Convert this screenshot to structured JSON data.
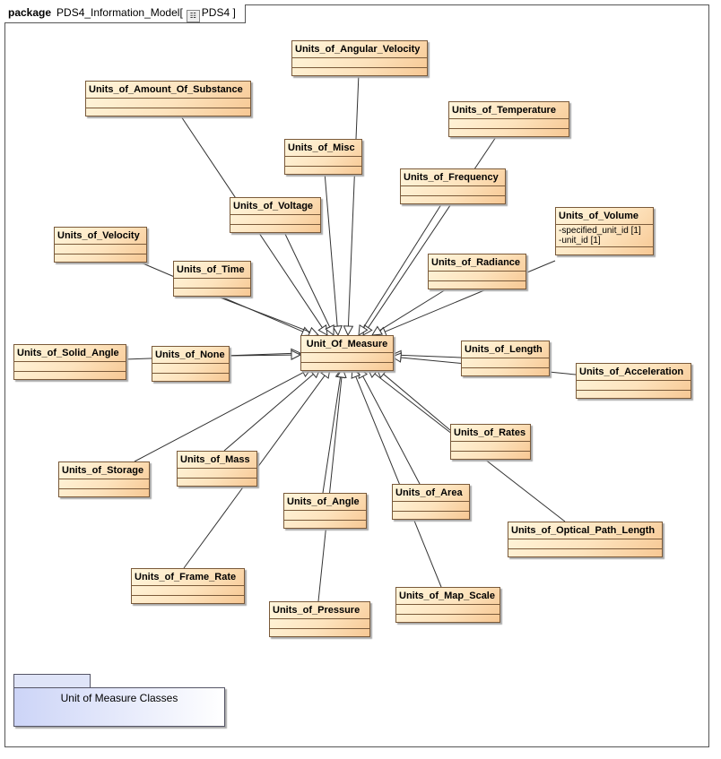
{
  "header": {
    "keyword": "package",
    "name": "PDS4_Information_Model",
    "bracket_open": "[",
    "ref": "PDS4",
    "bracket_close": "]"
  },
  "center_class": {
    "name": "Unit_Of_Measure"
  },
  "classes": [
    {
      "name": "Units_of_Angular_Velocity"
    },
    {
      "name": "Units_of_Amount_Of_Substance"
    },
    {
      "name": "Units_of_Temperature"
    },
    {
      "name": "Units_of_Misc"
    },
    {
      "name": "Units_of_Frequency"
    },
    {
      "name": "Units_of_Voltage"
    },
    {
      "name": "Units_of_Volume",
      "attributes": [
        "-specified_unit_id [1]",
        "-unit_id [1]"
      ]
    },
    {
      "name": "Units_of_Velocity"
    },
    {
      "name": "Units_of_Time"
    },
    {
      "name": "Units_of_Radiance"
    },
    {
      "name": "Units_of_Solid_Angle"
    },
    {
      "name": "Units_of_None"
    },
    {
      "name": "Units_of_Length"
    },
    {
      "name": "Units_of_Acceleration"
    },
    {
      "name": "Units_of_Rates"
    },
    {
      "name": "Units_of_Storage"
    },
    {
      "name": "Units_of_Mass"
    },
    {
      "name": "Units_of_Angle"
    },
    {
      "name": "Units_of_Area"
    },
    {
      "name": "Units_of_Optical_Path_Length"
    },
    {
      "name": "Units_of_Frame_Rate"
    },
    {
      "name": "Units_of_Pressure"
    },
    {
      "name": "Units_of_Map_Scale"
    }
  ],
  "package_note": {
    "name": "Unit of Measure Classes"
  }
}
